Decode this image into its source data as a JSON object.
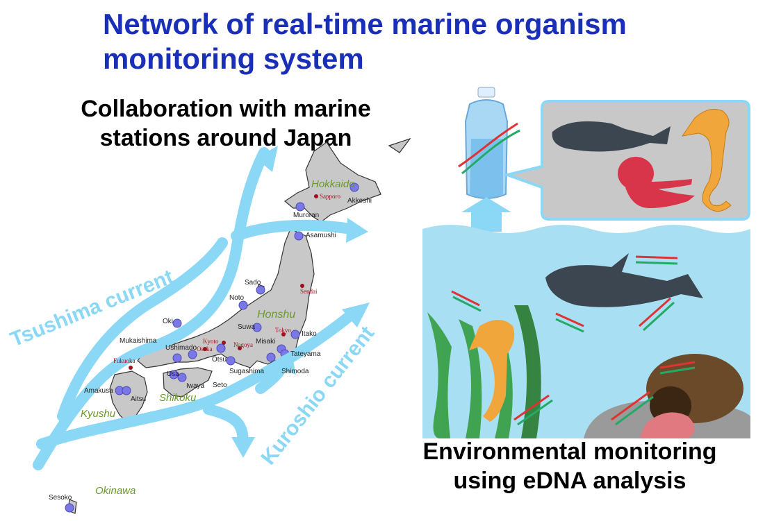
{
  "title": "Network of real-time marine organism monitoring system",
  "left_heading": "Collaboration with marine stations around Japan",
  "right_heading": "Environmental monitoring using eDNA analysis",
  "currents": {
    "tsushima": "Tsushima current",
    "kuroshio": "Kuroshio current"
  },
  "regions": [
    "Hokkaido",
    "Honshu",
    "Shikoku",
    "Kyushu",
    "Okinawa"
  ],
  "cities": [
    "Sapporo",
    "Sendai",
    "Tokyo",
    "Nagoya",
    "Kyoto",
    "Osaka",
    "Fukuoka"
  ],
  "stations": [
    "Akkeshi",
    "Muroran",
    "Asamushi",
    "Sado",
    "Noto",
    "Oki",
    "Suwa",
    "Itako",
    "Misaki",
    "Tateyama",
    "Shimoda",
    "Mukaishima",
    "Ushimado",
    "Otsu",
    "Sugashima",
    "Usa",
    "Iwaya",
    "Seto",
    "Amakusa",
    "Aitsu",
    "Sesoko"
  ],
  "colors": {
    "title": "#1a2fb8",
    "current_arrow": "#8ad8f5",
    "station_dot": "#7b78e6",
    "water": "#a8dff3",
    "land": "#c8c8c8",
    "region_label": "#6a9a2a",
    "city_label": "#a0101c"
  }
}
